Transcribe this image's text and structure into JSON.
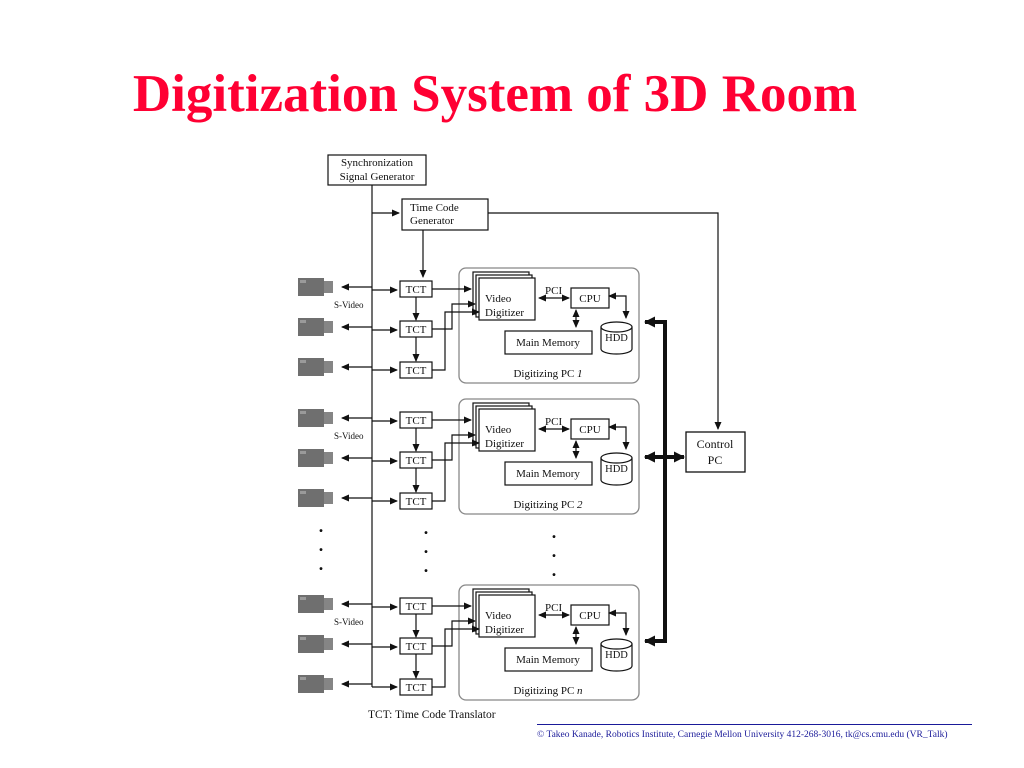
{
  "slide": {
    "title": "Digitization System of 3D Room"
  },
  "diagram": {
    "sync_generator": [
      "Synchronization",
      "Signal Generator"
    ],
    "time_code_generator": [
      "Time Code",
      "Generator"
    ],
    "tct_label": "TCT",
    "svideo_label": "S-Video",
    "video_digitizer": [
      "Video",
      "Digitizer"
    ],
    "pci_label": "PCI",
    "cpu_label": "CPU",
    "main_memory_label": "Main Memory",
    "hdd_label": "HDD",
    "digitizing_pc_prefix": "Digitizing PC",
    "groups": [
      {
        "index": "1"
      },
      {
        "index": "2"
      },
      {
        "index": "n"
      }
    ],
    "control_pc": [
      "Control",
      "PC"
    ],
    "legend": "TCT: Time Code Translator",
    "ellipsis_dot": "."
  },
  "footer": {
    "copyright_symbol": "©",
    "text": "Takeo Kanade, Robotics Institute, Carnegie Mellon University  412-268-3016, tk@cs.cmu.edu (VR_Talk)"
  }
}
